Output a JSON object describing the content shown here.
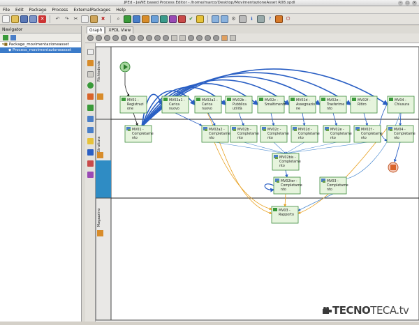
{
  "window": {
    "title": "JPEd - JaWE based Process Editor - /home/marco/Desktop/MovimentazioneAsset R08.xpdl"
  },
  "menu": [
    "File",
    "Edit",
    "Package",
    "Process",
    "ExternalPackages",
    "Help"
  ],
  "navigator": {
    "title": "Navigator",
    "package": "Package_movimentazioneasset",
    "process": "Process_movimentazioneasset"
  },
  "tabs": [
    "Graph",
    "XPDL View"
  ],
  "lanes": [
    "Richiedente",
    "Struttura",
    "Magazzino"
  ],
  "nodes": {
    "mv01": "MV01 - Registrazione",
    "mv02a1": "MV02a1 - Carica nuovo",
    "mv02a2": "MV02a2 - Carica nuovo",
    "mv02b": "MV02b - Pubblica utilità",
    "mv02c": "MV02c - Smaltimento",
    "mv02d": "MV02d - Assegnazione",
    "mv02e": "MV02e - Trasferimento",
    "mv02f": "MV02f - Ritiro",
    "mv04": "MV04 - Chiusura",
    "c_mv01": "MV01 - Completamento",
    "c_mv02a": "MV02a2 - Completamento",
    "c_mv02b": "MV02b - Completamento",
    "c_mv02c": "MV02c - Completamento",
    "c_mv02d": "MV02d - Completamento",
    "c_mv02e": "MV02e - Completamento",
    "c_mv02f": "MV02f - Completamento",
    "c_mv04": "MV04 - Completamento",
    "mv02bis": "MV02bis - Completamento",
    "mv02ter": "MV02ter - Completamento",
    "mv03c": "MV03 - Completamento",
    "mv03r": "MV03 - Rapporto"
  },
  "watermark": {
    "prefix": "TECNO",
    "suffix": "TECA.tv"
  },
  "colors": {
    "flow": "#2a5fc4",
    "flow_alt": "#e8a020",
    "node_fill": "#e6f4dd",
    "node_border": "#3d8a3d",
    "lane_accent": "#2f8cc4"
  }
}
